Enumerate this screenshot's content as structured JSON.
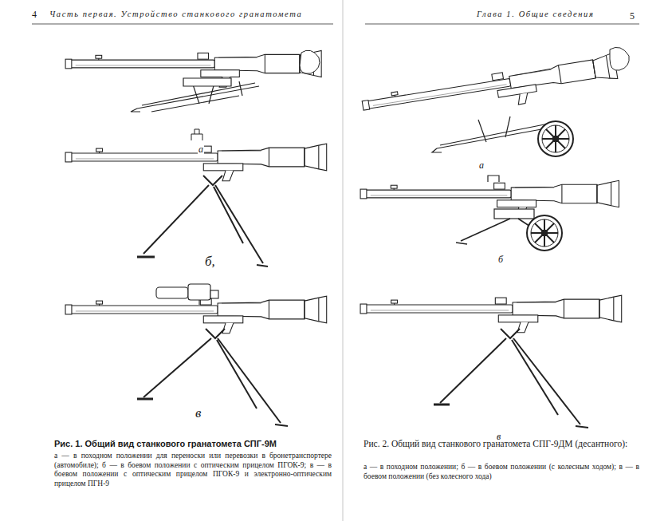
{
  "diagram": {
    "labels": [
      "4",
      "Часть первая. Устройство станкового гранатомета",
      "Глава 1. Общие сведения",
      "5",
      "а",
      "б,",
      "в",
      "Рис. 1. Общий вид станкового гранатомета СПГ-9М",
      "а — в походном положении для переноски или перевозки в бронетранспортере (автомобиле); б — в боевом положении с оптическим прицелом ПГОК-9; в — в боевом положении с оптическим прицелом ПГОК-9 и электронно-оптическим прицелом ПГН-9",
      "а",
      "б",
      "в",
      "Рис. 2. Общий вид станкового гранатомета СПГ-9ДМ (десантного):",
      "а — в походном положении; б — в боевом положении (с колесным ходом); в — в боевом положении (без колесного хода)"
    ]
  }
}
